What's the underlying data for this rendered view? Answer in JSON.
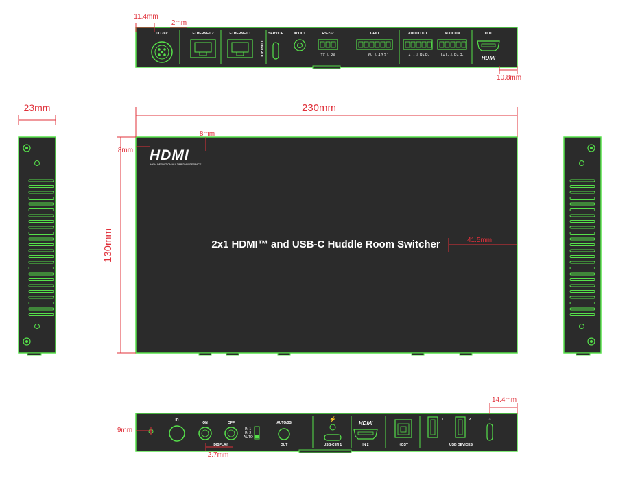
{
  "dimensions": {
    "top_left_offset": "11.4mm",
    "top_gap": "2mm",
    "top_right_offset": "10.8mm",
    "side_depth": "23mm",
    "front_width": "230mm",
    "front_height": "130mm",
    "logo_left": "8mm",
    "logo_top": "8mm",
    "title_right": "41.5mm",
    "bottom_left": "9mm",
    "bottom_gap": "2.7mm",
    "bottom_right": "14.4mm"
  },
  "front_panel": {
    "title": "2x1 HDMI™ and USB-C Huddle Room Switcher",
    "logo": "HDMI",
    "logo_tag": "HIGH-DEFINITION MULTIMEDIA INTERFACE"
  },
  "rear_panel": {
    "labels": {
      "dc": "DC 24V",
      "eth2": "ETHERNET 2",
      "eth1": "ETHERNET 1",
      "control": "CONTROL",
      "service": "SERVICE",
      "ir_out": "IR OUT",
      "rs232": "RS-232",
      "rs_pins": "TX  ⏚  RX",
      "gpio": "GPIO",
      "gpio_pins": "⏚  4  3  2  1",
      "gpio_6v": "6V",
      "audio_out": "AUDIO OUT",
      "audio_in": "AUDIO IN",
      "audio_pins": "L+ L- ⏚ R+ R-",
      "out": "OUT",
      "hdmi": "HDMI"
    }
  },
  "bottom_panel": {
    "labels": {
      "ir": "IR",
      "on": "ON",
      "off": "OFF",
      "display": "DISPLAY",
      "in1": "IN 1",
      "in2": "IN 2",
      "auto": "AUTO",
      "auto3s": "AUTO/3S",
      "out": "OUT",
      "usbc_in1": "USB-C IN 1",
      "hdmi_logo": "HDMI",
      "in2_port": "IN 2",
      "host": "HOST",
      "usb_devices": "USB DEVICES",
      "n1": "1",
      "n2": "2",
      "n3": "3"
    }
  },
  "colors": {
    "dimension": "#e0303a",
    "outline": "#56e14a",
    "panel": "#2b2b2b"
  }
}
